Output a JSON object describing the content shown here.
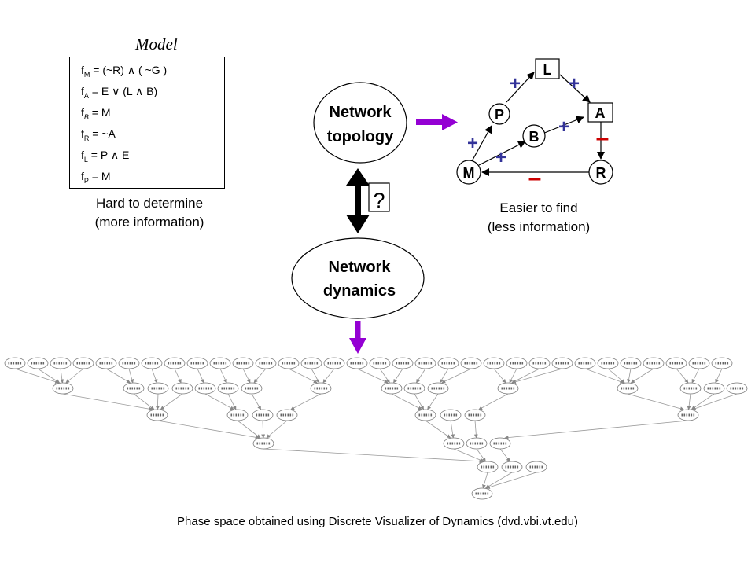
{
  "model": {
    "title": "Model",
    "equations": [
      {
        "base": "f",
        "sub": "M",
        "rest": " = (~R) ∧ ( ~G )"
      },
      {
        "base": "f",
        "sub": "A",
        "rest": " = E ∨ (L ∧ B)"
      },
      {
        "base": "f",
        "sub": "B",
        "rest": " = M"
      },
      {
        "base": "f",
        "sub": "R",
        "rest": " = ~A"
      },
      {
        "base": "f",
        "sub": "L",
        "rest": " = P ∧ E"
      },
      {
        "base": "f",
        "sub": "P",
        "rest": " = M"
      }
    ],
    "caption_line1": "Hard to determine",
    "caption_line2": "(more information)"
  },
  "topology": {
    "line1": "Network",
    "line2": "topology"
  },
  "dynamics": {
    "line1": "Network",
    "line2": "dynamics"
  },
  "question_mark": "?",
  "graph": {
    "nodes": {
      "L": "L",
      "A": "A",
      "P": "P",
      "B": "B",
      "M": "M",
      "R": "R"
    },
    "signs": {
      "plus": "+",
      "minus": "–"
    },
    "caption_line1": "Easier to find",
    "caption_line2": "(less information)"
  },
  "colors": {
    "arrow_purple": "#9400d3",
    "sign_blue": "#333399",
    "sign_red": "#cc0000"
  },
  "footer": "Phase space obtained using Discrete Visualizer of Dynamics (dvd.vbi.vt.edu)"
}
